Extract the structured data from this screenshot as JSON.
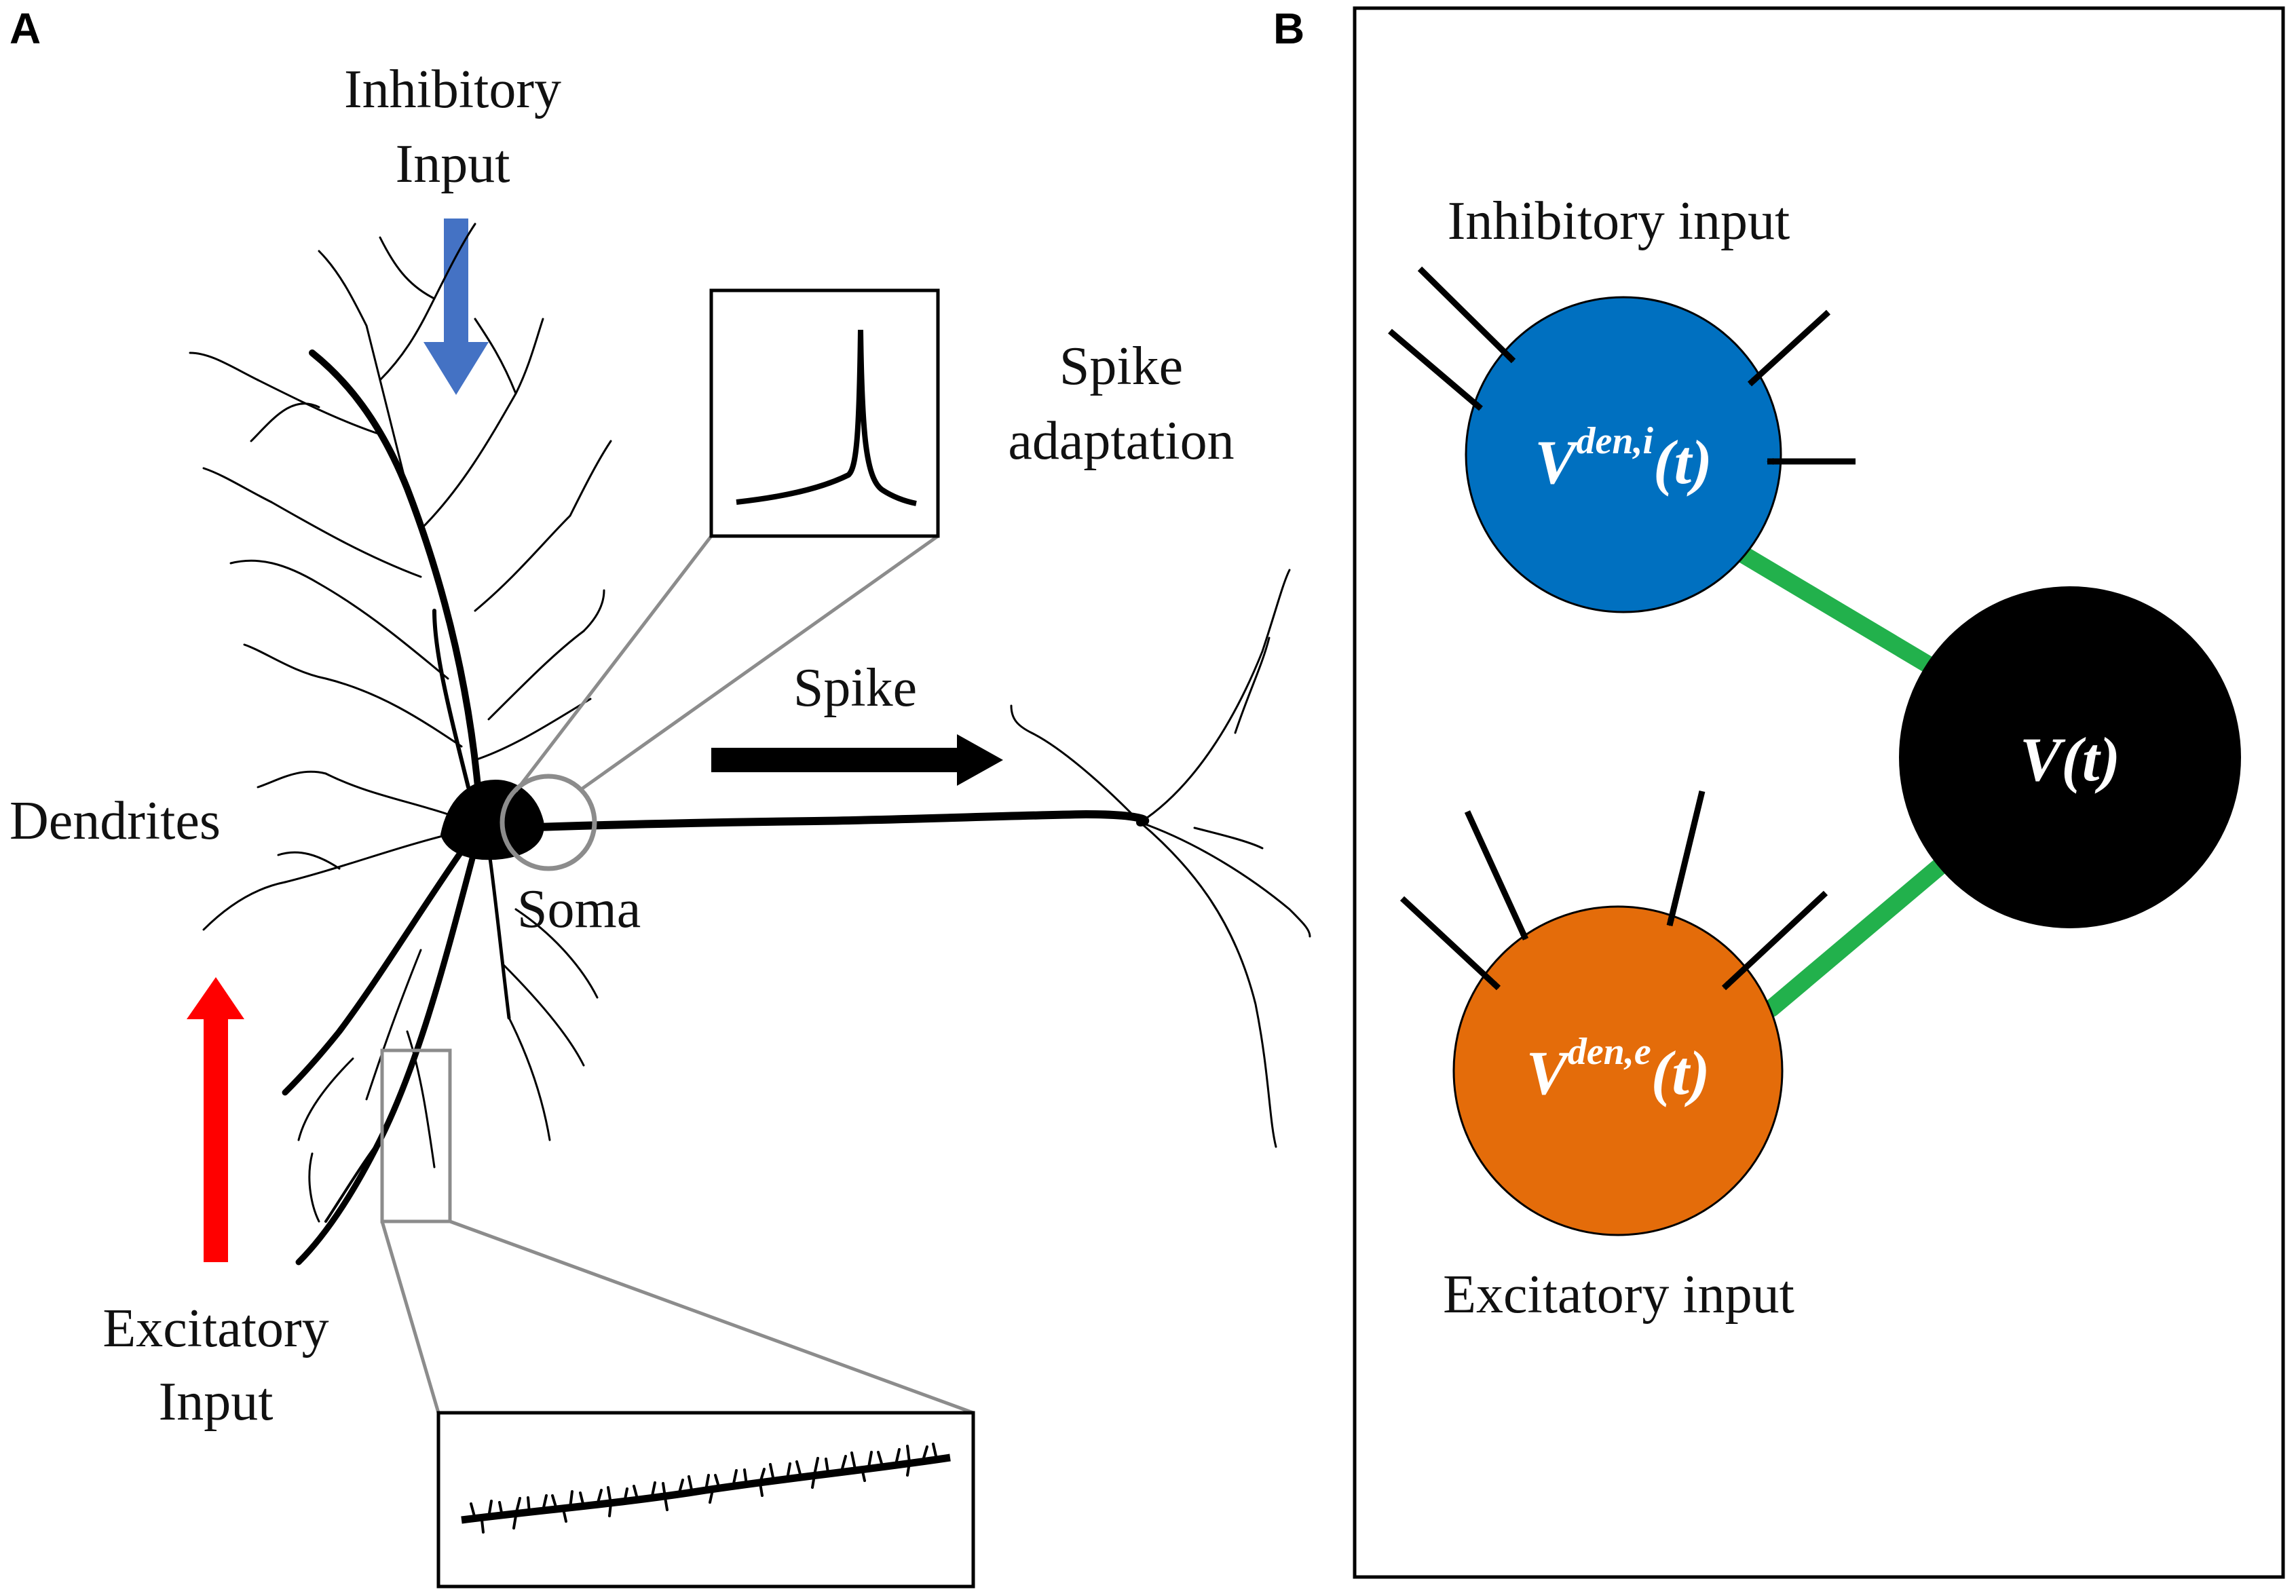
{
  "panels": {
    "a": {
      "letter": "A",
      "labels": {
        "inhibitory_line1": "Inhibitory",
        "inhibitory_line2": "Input",
        "excitatory_line1": "Excitatory",
        "excitatory_line2": "Input",
        "spike_adaptation_line1": "Spike",
        "spike_adaptation_line2": "adaptation",
        "spike": "Spike",
        "dendrites": "Dendrites",
        "soma": "Soma"
      }
    },
    "b": {
      "letter": "B",
      "labels": {
        "inhibitory": "Inhibitory input",
        "excitatory": "Excitatory input"
      },
      "nodes": {
        "inhibitory": {
          "base": "V",
          "sup": "den,i",
          "arg": "(t)"
        },
        "soma": {
          "base": "V",
          "arg": "(t)"
        },
        "excitatory": {
          "base": "V",
          "sup": "den,e",
          "arg": "(t)"
        }
      }
    }
  },
  "colors": {
    "inhibitory_arrow": "#4472C4",
    "excitatory_arrow": "#FF0000",
    "inhibitory_node": "#0070C0",
    "excitatory_node": "#E46C0A",
    "soma_node": "#000000",
    "coupling_link": "#22B14C",
    "zoom_lines": "#8C8C8C"
  }
}
